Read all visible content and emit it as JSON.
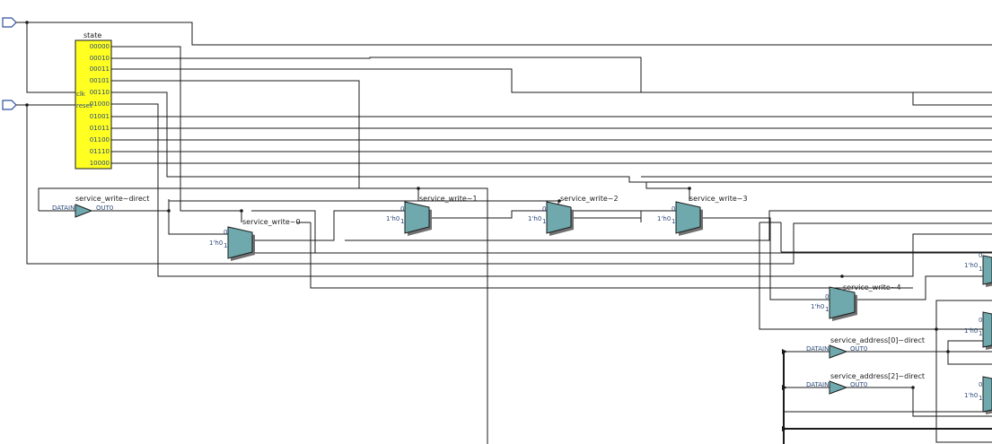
{
  "diagram": {
    "state_machine": {
      "title": "state",
      "inputs": [
        "clk",
        "reset"
      ],
      "outputs": [
        "00000",
        "00010",
        "00011",
        "00101",
        "00110",
        "01000",
        "01001",
        "01011",
        "01100",
        "01110",
        "10000"
      ]
    },
    "buffers": [
      {
        "name": "service_write~direct",
        "in": "DATAIN",
        "out": "OUT0"
      },
      {
        "name": "service_address[0]~direct",
        "in": "DATAIN",
        "out": "OUT0"
      },
      {
        "name": "service_address[2]~direct",
        "in": "DATAIN",
        "out": "OUT0"
      }
    ],
    "muxes": [
      {
        "name": "service_write~0",
        "pin0": "0",
        "pin1": "1",
        "const": "1'h0"
      },
      {
        "name": "service_write~1",
        "pin0": "0",
        "pin1": "1",
        "const": "1'h0"
      },
      {
        "name": "service_write~2",
        "pin0": "0",
        "pin1": "1",
        "const": "1'h0"
      },
      {
        "name": "service_write~3",
        "pin0": "0",
        "pin1": "1",
        "const": "1'h0"
      },
      {
        "name": "service_write~4",
        "pin0": "0",
        "pin1": "1",
        "const": "1'h0"
      }
    ],
    "edge_muxes": [
      {
        "pin0": "0",
        "pin1": "1",
        "const": "1'h0"
      },
      {
        "pin0": "0",
        "pin1": "1",
        "const": "1'h0"
      },
      {
        "pin0": "0",
        "pin1": "1",
        "const": "1'h0"
      }
    ]
  }
}
